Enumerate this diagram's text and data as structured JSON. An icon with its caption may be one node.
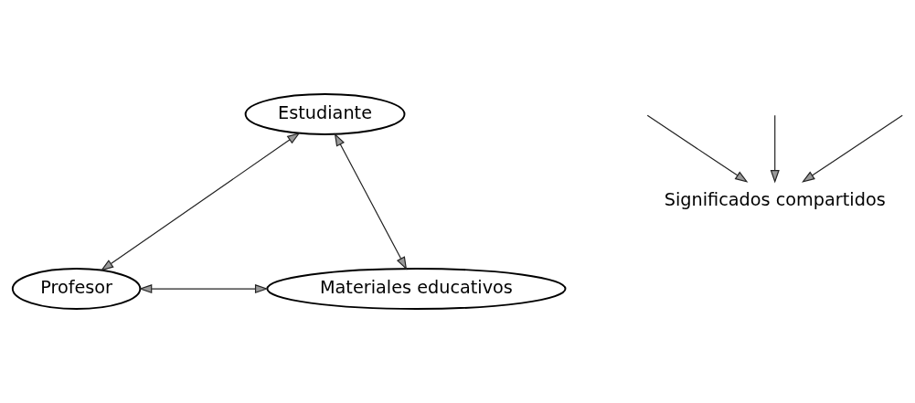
{
  "diagram": {
    "nodes": [
      {
        "text": [
          "Estudiante"
        ]
      },
      {
        "text": [
          "Significados compartidos"
        ]
      },
      {
        "text": [
          "Profesor"
        ]
      },
      {
        "text": [
          "Materiales educativos"
        ]
      }
    ],
    "edges": [
      {
        "from": 0,
        "to": 2,
        "arrow": "both"
      },
      {
        "from": 0,
        "to": 3,
        "arrow": "both"
      },
      {
        "from": null,
        "to": 1,
        "arrow": "to"
      },
      {
        "from": null,
        "to": 1,
        "arrow": "to"
      },
      {
        "from": null,
        "to": 1,
        "arrow": "to"
      },
      {
        "from": 2,
        "to": 3,
        "arrow": "both"
      }
    ]
  }
}
